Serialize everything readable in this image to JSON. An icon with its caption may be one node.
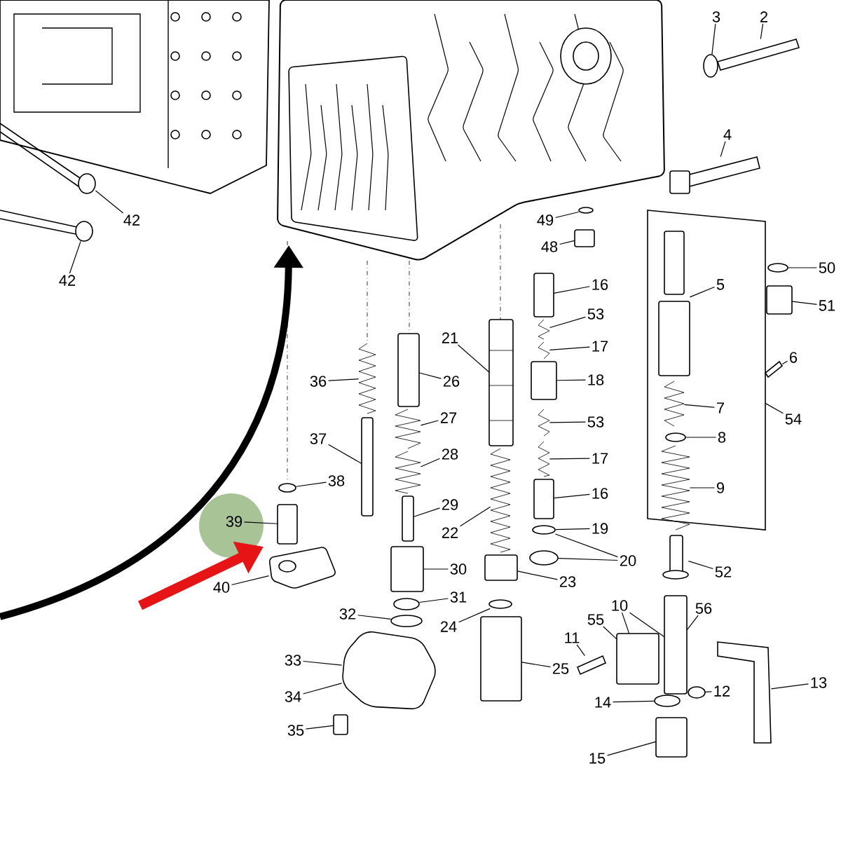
{
  "diagram": {
    "nodes": [
      {
        "text": [
          "3"
        ]
      },
      {
        "text": [
          "2"
        ]
      },
      {
        "text": [
          "4"
        ]
      },
      {
        "text": [
          "42"
        ]
      },
      {
        "text": [
          "42"
        ]
      },
      {
        "text": [
          "49"
        ]
      },
      {
        "text": [
          "48"
        ]
      },
      {
        "text": [
          "50"
        ]
      },
      {
        "text": [
          "51"
        ]
      },
      {
        "text": [
          "16"
        ]
      },
      {
        "text": [
          "5"
        ],
        "in": 53
      },
      {
        "text": [
          "21"
        ]
      },
      {
        "text": [
          "53"
        ]
      },
      {
        "text": [
          "36"
        ]
      },
      {
        "text": [
          "26"
        ]
      },
      {
        "text": [
          "17"
        ]
      },
      {
        "text": [
          "6"
        ]
      },
      {
        "text": [
          "18"
        ]
      },
      {
        "text": [
          "54"
        ]
      },
      {
        "text": [
          "27"
        ]
      },
      {
        "text": [
          "7"
        ],
        "in": 53
      },
      {
        "text": [
          "53"
        ]
      },
      {
        "text": [
          "37"
        ]
      },
      {
        "text": [
          "28"
        ]
      },
      {
        "text": [
          "8"
        ],
        "in": 53
      },
      {
        "text": [
          "17"
        ]
      },
      {
        "text": [
          "9"
        ],
        "in": 53
      },
      {
        "text": [
          "38"
        ]
      },
      {
        "text": [
          "16"
        ]
      },
      {
        "text": [
          "29"
        ]
      },
      {
        "text": [
          "39"
        ]
      },
      {
        "text": [
          "19"
        ]
      },
      {
        "text": [
          "22"
        ]
      },
      {
        "text": [
          "20"
        ]
      },
      {
        "text": [
          "52"
        ]
      },
      {
        "text": [
          "40"
        ]
      },
      {
        "text": [
          "30"
        ]
      },
      {
        "text": [
          "23"
        ]
      },
      {
        "text": [
          "24"
        ]
      },
      {
        "text": [
          "31"
        ]
      },
      {
        "text": [
          "10"
        ]
      },
      {
        "text": [
          "56"
        ]
      },
      {
        "text": [
          "55"
        ]
      },
      {
        "text": [
          "32"
        ]
      },
      {
        "text": [
          "11"
        ]
      },
      {
        "text": [
          "33"
        ]
      },
      {
        "text": [
          "25"
        ]
      },
      {
        "text": [
          "12"
        ]
      },
      {
        "text": [
          "13"
        ]
      },
      {
        "text": [
          "34"
        ]
      },
      {
        "text": [
          "14"
        ]
      },
      {
        "text": [
          "35"
        ]
      },
      {
        "text": [
          "15"
        ]
      },
      {
        "text": [],
        "shape": "box"
      },
      {
        "text": [],
        "shape": "circle"
      },
      {
        "text": [],
        "shape": "bar"
      },
      {
        "text": [],
        "shape": "bar"
      },
      {
        "text": [],
        "shape": "circle"
      },
      {
        "text": [],
        "shape": "circle"
      },
      {
        "text": [],
        "shape": "circle"
      },
      {
        "text": [],
        "shape": "box"
      },
      {
        "text": [],
        "shape": "circle"
      },
      {
        "text": [],
        "shape": "box"
      },
      {
        "text": [],
        "shape": "box"
      },
      {
        "text": [],
        "shape": "box",
        "in": 53
      },
      {
        "text": [],
        "shape": "box"
      },
      {
        "text": [],
        "shape": "picture"
      },
      {
        "text": [],
        "shape": "picture"
      },
      {
        "text": [],
        "shape": "box"
      },
      {
        "text": [],
        "shape": "picture"
      },
      {
        "text": [],
        "shape": "bar"
      },
      {
        "text": [],
        "shape": "box"
      },
      {
        "text": [],
        "shape": "picture"
      },
      {
        "text": [],
        "shape": "picture",
        "in": 53
      },
      {
        "text": [],
        "shape": "picture"
      },
      {
        "text": [],
        "shape": "box"
      },
      {
        "text": [],
        "shape": "picture"
      },
      {
        "text": [],
        "shape": "circle",
        "in": 53
      },
      {
        "text": [],
        "shape": "picture"
      },
      {
        "text": [],
        "shape": "picture",
        "in": 53
      },
      {
        "text": [],
        "shape": "circle"
      },
      {
        "text": [],
        "shape": "box"
      },
      {
        "text": [],
        "shape": "box"
      },
      {
        "text": [],
        "shape": "box"
      },
      {
        "text": [],
        "shape": "circle"
      },
      {
        "text": [],
        "shape": "picture"
      },
      {
        "text": [],
        "shape": "circle"
      },
      {
        "text": [],
        "shape": "box"
      },
      {
        "text": [],
        "shape": "box"
      },
      {
        "text": [],
        "shape": "box"
      },
      {
        "text": [],
        "shape": "box"
      },
      {
        "text": [],
        "shape": "circle"
      },
      {
        "text": [],
        "shape": "circle"
      },
      {
        "text": [],
        "shape": "box"
      },
      {
        "text": [],
        "shape": "box"
      },
      {
        "text": [],
        "shape": "circle"
      },
      {
        "text": [],
        "shape": "bar"
      },
      {
        "text": [],
        "shape": "box"
      },
      {
        "text": [],
        "shape": "box"
      },
      {
        "text": [],
        "shape": "circle"
      },
      {
        "text": [],
        "shape": "bar"
      },
      {
        "text": [],
        "shape": "circle"
      },
      {
        "text": [],
        "shape": "box"
      },
      {
        "text": [],
        "shape": "box"
      }
    ],
    "edges": [
      {
        "from": 0,
        "to": 54,
        "arrow": "none"
      },
      {
        "from": 1,
        "to": 55,
        "arrow": "none"
      },
      {
        "from": 2,
        "to": 56,
        "arrow": "none"
      },
      {
        "from": 3,
        "to": 57,
        "arrow": "none"
      },
      {
        "from": 4,
        "to": 58,
        "arrow": "none"
      },
      {
        "from": 5,
        "to": 59,
        "arrow": "none"
      },
      {
        "from": 6,
        "to": 60,
        "arrow": "none"
      },
      {
        "from": 7,
        "to": 61,
        "arrow": "none"
      },
      {
        "from": 8,
        "to": 62,
        "arrow": "none"
      },
      {
        "from": 9,
        "to": 63,
        "arrow": "none"
      },
      {
        "from": 10,
        "to": 64,
        "arrow": "none"
      },
      {
        "from": 11,
        "to": 65,
        "arrow": "none"
      },
      {
        "from": 12,
        "to": 66,
        "arrow": "none"
      },
      {
        "from": 13,
        "to": 67,
        "arrow": "none"
      },
      {
        "from": 14,
        "to": 68,
        "arrow": "none"
      },
      {
        "from": 15,
        "to": 69,
        "arrow": "none"
      },
      {
        "from": 16,
        "to": 70,
        "arrow": "none"
      },
      {
        "from": 17,
        "to": 71,
        "arrow": "none"
      },
      {
        "from": 18,
        "to": 53,
        "arrow": "none"
      },
      {
        "from": 19,
        "to": 72,
        "arrow": "none"
      },
      {
        "from": 20,
        "to": 73,
        "arrow": "none"
      },
      {
        "from": 21,
        "to": 74,
        "arrow": "none"
      },
      {
        "from": 22,
        "to": 75,
        "arrow": "none"
      },
      {
        "from": 23,
        "to": 76,
        "arrow": "none"
      },
      {
        "from": 24,
        "to": 77,
        "arrow": "none"
      },
      {
        "from": 25,
        "to": 78,
        "arrow": "none"
      },
      {
        "from": 26,
        "to": 79,
        "arrow": "none"
      },
      {
        "from": 27,
        "to": 80,
        "arrow": "none"
      },
      {
        "from": 28,
        "to": 81,
        "arrow": "none"
      },
      {
        "from": 29,
        "to": 82,
        "arrow": "none"
      },
      {
        "from": 30,
        "to": 83,
        "arrow": "none"
      },
      {
        "from": 31,
        "to": 84,
        "arrow": "none"
      },
      {
        "from": 32,
        "to": 85,
        "arrow": "none"
      },
      {
        "from": 33,
        "to": 84,
        "arrow": "none"
      },
      {
        "from": 33,
        "to": 86,
        "arrow": "none"
      },
      {
        "from": 34,
        "to": 87,
        "arrow": "none"
      },
      {
        "from": 35,
        "to": 88,
        "arrow": "none"
      },
      {
        "from": 36,
        "to": 89,
        "arrow": "none"
      },
      {
        "from": 37,
        "to": 90,
        "arrow": "none"
      },
      {
        "from": 38,
        "to": 91,
        "arrow": "none"
      },
      {
        "from": 39,
        "to": 92,
        "arrow": "none"
      },
      {
        "from": 40,
        "to": 93,
        "arrow": "none"
      },
      {
        "from": 40,
        "to": 94,
        "arrow": "none"
      },
      {
        "from": 41,
        "to": 94,
        "arrow": "none"
      },
      {
        "from": 42,
        "to": 93,
        "arrow": "none"
      },
      {
        "from": 43,
        "to": 95,
        "arrow": "none"
      },
      {
        "from": 44,
        "to": 96,
        "arrow": "none"
      },
      {
        "from": 45,
        "to": 97,
        "arrow": "none"
      },
      {
        "from": 46,
        "to": 98,
        "arrow": "none"
      },
      {
        "from": 47,
        "to": 99,
        "arrow": "none"
      },
      {
        "from": 48,
        "to": 100,
        "arrow": "none"
      },
      {
        "from": 49,
        "to": 97,
        "arrow": "none"
      },
      {
        "from": 50,
        "to": 101,
        "arrow": "none"
      },
      {
        "from": 51,
        "to": 102,
        "arrow": "none"
      },
      {
        "from": 52,
        "to": 103,
        "arrow": "none"
      }
    ]
  }
}
